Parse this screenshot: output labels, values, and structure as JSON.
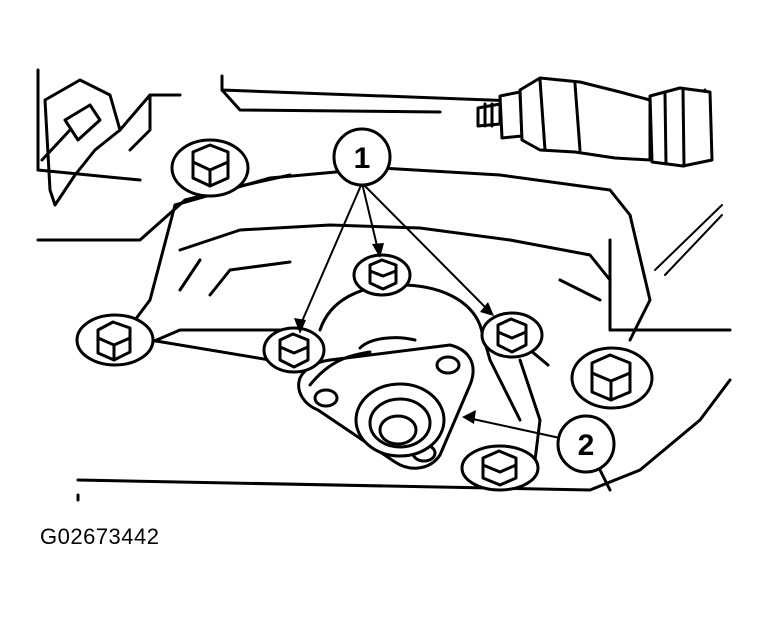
{
  "figure": {
    "id_label": "G02673442"
  },
  "callouts": [
    {
      "label": "1",
      "part": "bolts"
    },
    {
      "label": "2",
      "part": "bracket"
    }
  ],
  "colors": {
    "ink": "#000000",
    "paper": "#ffffff"
  }
}
